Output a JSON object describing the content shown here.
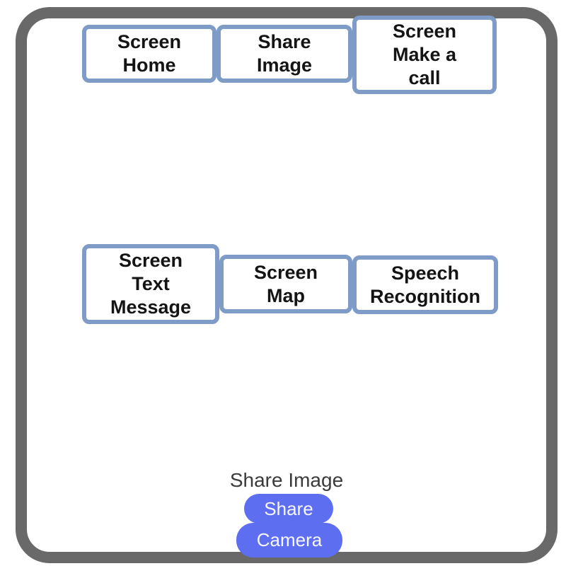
{
  "colors": {
    "frame_border": "#696969",
    "nav_button_border": "#7e9cc7",
    "nav_button_text": "#141414",
    "pill_background": "#5e6ef0",
    "pill_text": "#f6f7ff",
    "caption_text": "#3b3b3b",
    "background": "#ffffff"
  },
  "nav_buttons": [
    {
      "id": "screen-home",
      "label": "Screen\nHome"
    },
    {
      "id": "share-image",
      "label": "Share\nImage"
    },
    {
      "id": "screen-make-a-call",
      "label": "Screen\nMake a\ncall"
    },
    {
      "id": "screen-text-message",
      "label": "Screen\nText\nMessage"
    },
    {
      "id": "screen-map",
      "label": "Screen\nMap"
    },
    {
      "id": "speech-recognition",
      "label": "Speech\nRecognition"
    }
  ],
  "bottom": {
    "caption": "Share Image",
    "share_button_label": "Share",
    "camera_button_label": "Camera"
  }
}
